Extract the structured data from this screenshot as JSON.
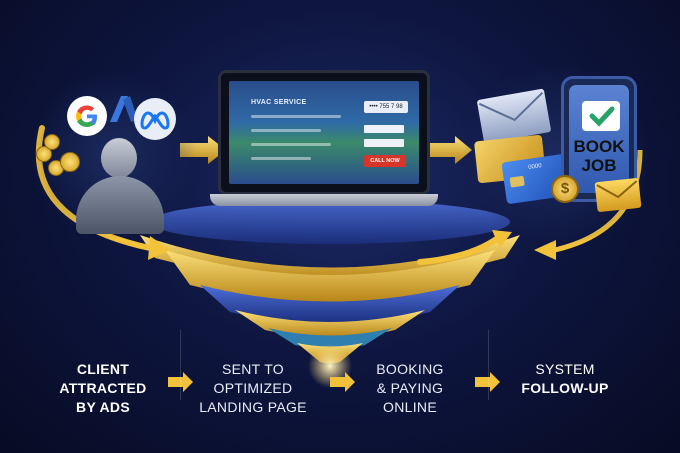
{
  "landing_page": {
    "title": "HVAC SERVICE",
    "phone": "•••• 755 7 98",
    "cta": "CALL NOW"
  },
  "phone_app": {
    "line1": "BOOK",
    "line2": "JOB"
  },
  "card_text": "0000",
  "steps": [
    {
      "line1": "CLIENT",
      "line2": "ATTRACTED",
      "line3": "BY ADS"
    },
    {
      "line1": "SENT TO",
      "line2": "OPTIMIZED",
      "line3": "LANDING PAGE"
    },
    {
      "line1": "BOOKING",
      "line2": "& PAYING",
      "line3": "ONLINE"
    },
    {
      "line1": "SYSTEM",
      "line2": "FOLLOW-UP"
    }
  ],
  "colors": {
    "gold": "#f2c23a",
    "funnel_blue": "#2c4fb8",
    "background": "#0e1640"
  },
  "icons": [
    "google-icon",
    "ads-icon",
    "meta-icon",
    "person-icon",
    "coin-icon",
    "envelope-icon",
    "credit-card-icon",
    "dollar-coin-icon",
    "check-icon"
  ]
}
